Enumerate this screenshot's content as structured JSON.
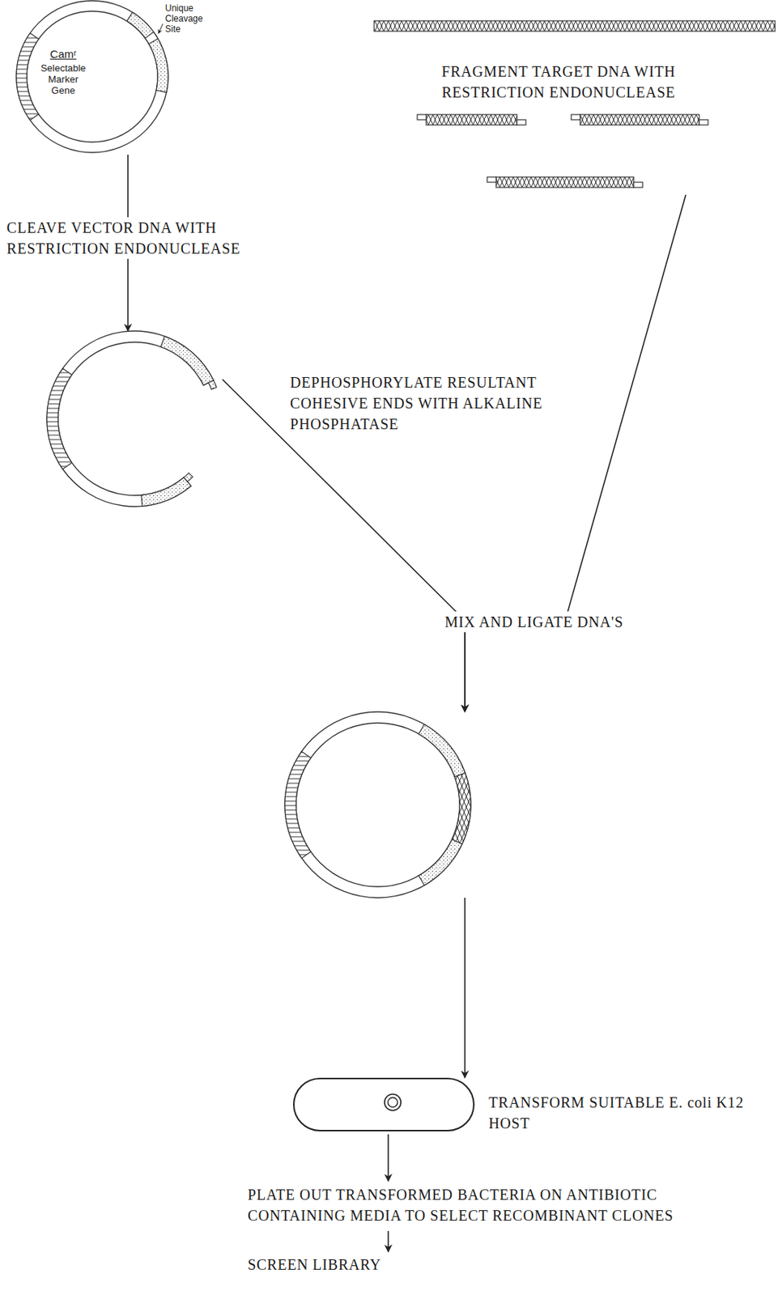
{
  "diagram": {
    "nodes": [
      {
        "text": [
          "Camʳ",
          "Selectable Marker Gene",
          "Unique Cleavage Site"
        ]
      },
      {
        "text": [
          "FRAGMENT TARGET DNA WITH RESTRICTION ENDONUCLEASE"
        ]
      },
      {
        "text": [
          "CLEAVE VECTOR DNA WITH RESTRICTION ENDONUCLEASE"
        ]
      },
      {
        "text": [
          "MIX AND LIGATE DNA'S"
        ]
      },
      {
        "text": [
          "TRANSFORM SUITABLE E. coli K12 HOST"
        ]
      }
    ],
    "edges": [
      {
        "from": 0,
        "to": 2,
        "arrow": "to"
      },
      {
        "from": 2,
        "to": 3,
        "label": "DEPHOSPHORYLATE RESULTANT COHESIVE ENDS WITH ALKALINE PHOSPHATASE",
        "arrow": "to"
      },
      {
        "from": 1,
        "to": 3,
        "arrow": "to"
      },
      {
        "from": 3,
        "to": 4,
        "arrow": "to"
      }
    ],
    "labels": [
      "PLATE OUT TRANSFORMED BACTERIA ON ANTIBIOTIC CONTAINING MEDIA TO SELECT RECOMBINANT CLONES",
      "SCREEN LIBRARY"
    ]
  }
}
